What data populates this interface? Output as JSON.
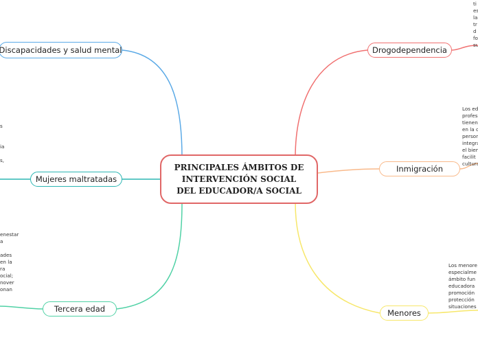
{
  "central": {
    "line1": "PRINCIPALES ÁMBITOS DE",
    "line2": "INTERVENCIÓN SOCIAL",
    "line3": "DEL EDUCADOR/A SOCIAL"
  },
  "branches": {
    "discapacidades": "Discapacidades y salud mental",
    "mujeres": "Mujeres maltratadas",
    "tercera_edad": "Tercera edad",
    "drogodependencia": "Drogodependencia",
    "inmigracion": "Inmigración",
    "menores": "Menores"
  },
  "colors": {
    "central_border": "#e06666",
    "discapacidades": "#5aa9e6",
    "mujeres": "#2bb5b2",
    "tercera_edad": "#4fd1a5",
    "drogodependencia": "#f07070",
    "inmigracion": "#f9b98a",
    "menores": "#f7e76a"
  },
  "notes": {
    "drogodependencia": [
      "ti",
      "es",
      "la",
      "tr",
      "d",
      "fo",
      "su"
    ],
    "inmigracion": [
      "Los ed",
      "profes",
      "tienen",
      "en la c",
      "person",
      "integra",
      "el bien",
      "facilit",
      "cultura"
    ],
    "menores": [
      "Los menore",
      "especialme",
      "ámbito fun",
      "educadora",
      "promoción",
      "protección",
      "situaciones"
    ],
    "mujeres": [
      "s",
      "",
      "",
      "ia",
      "",
      "s,"
    ],
    "tercera_edad": [
      "enestar",
      "a",
      "",
      "ades",
      " en la",
      "ra",
      "ocial;",
      "nover",
      "onan"
    ]
  }
}
